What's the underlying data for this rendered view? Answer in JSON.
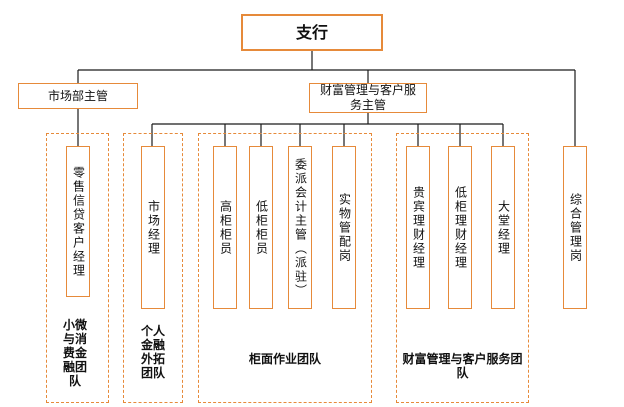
{
  "root": "支行",
  "managers": {
    "market": "市场部主管",
    "wealth": "财富管理与客户服务主管"
  },
  "roles": {
    "retail_loan": "零售信贷客户经理",
    "market_manager": "市场经理",
    "senior_teller": "高柜柜员",
    "junior_teller": "低柜柜员",
    "appointed_accountant": "委派会计主管（派驻）",
    "cash_custodian": "实物管配岗",
    "vip_advisor": "贵宾理财经理",
    "counter_advisor": "低柜理财经理",
    "lobby_manager": "大堂经理",
    "admin": "综合管理岗"
  },
  "teams": {
    "micro": "小微与消费金融团队",
    "personal": "个人金融外拓团队",
    "counter": "柜面作业团队",
    "wealth": "财富管理与客户服务团队"
  },
  "colors": {
    "box_border": "#e68a3a",
    "connector": "#1a1a1a"
  }
}
